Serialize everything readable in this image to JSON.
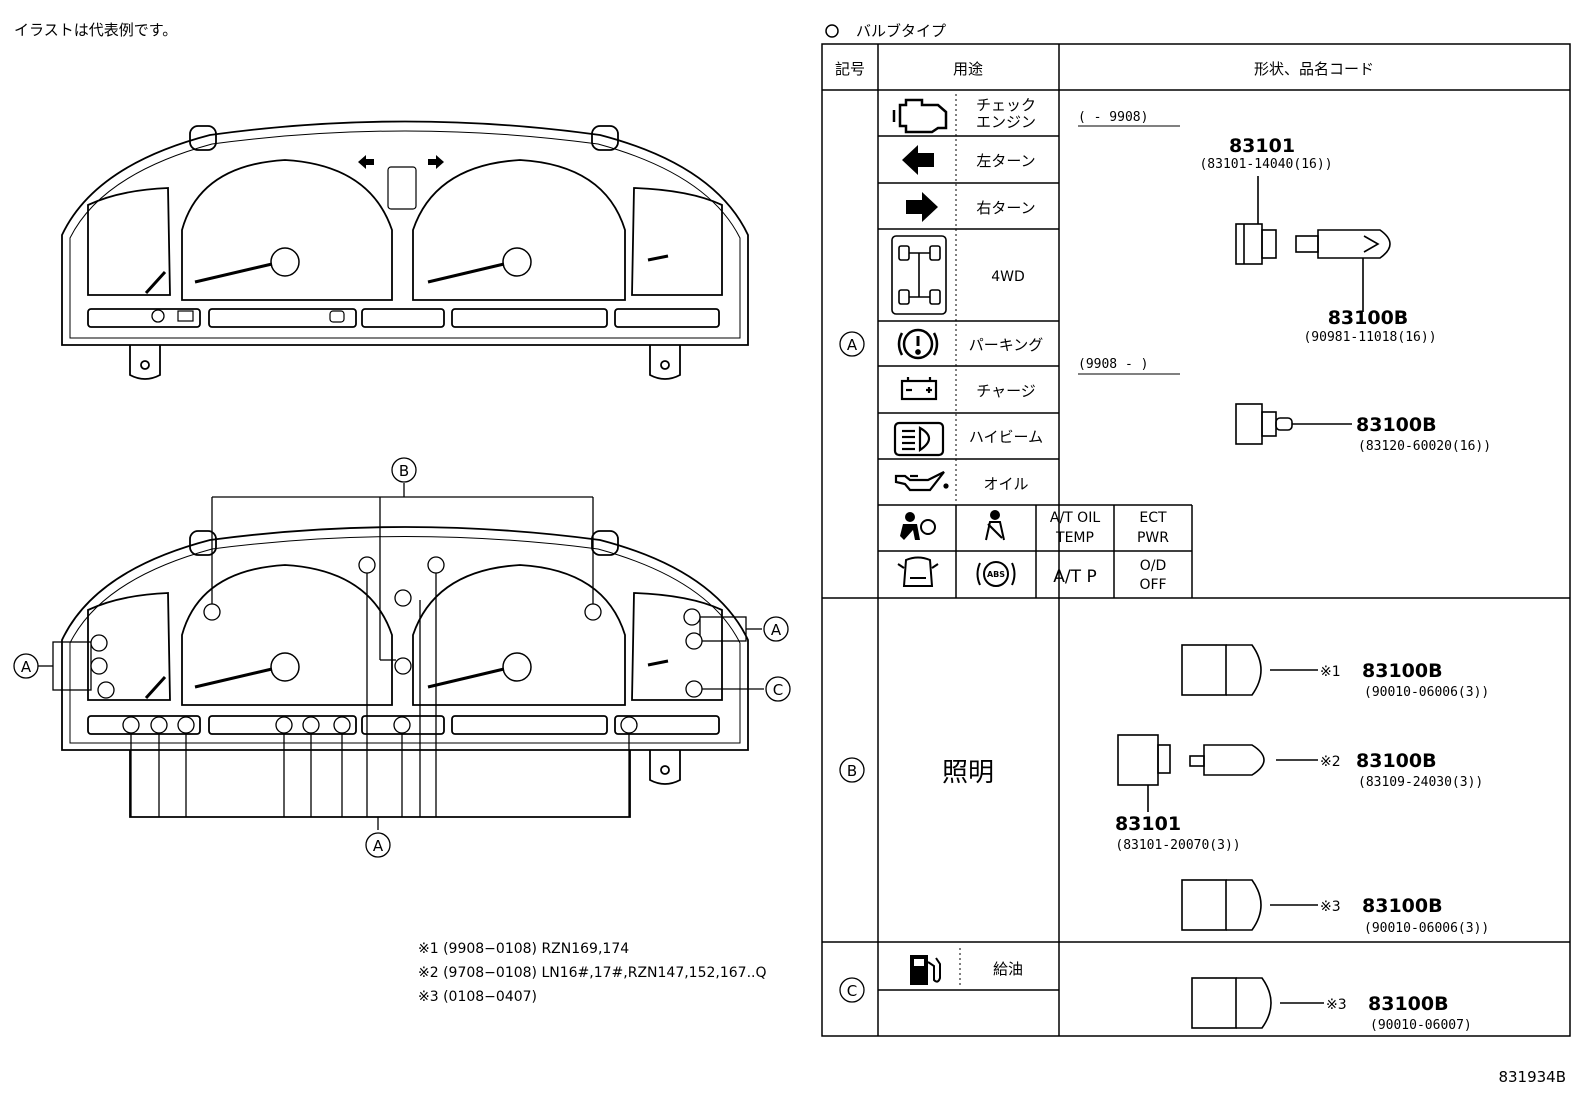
{
  "header": {
    "illustration_note": "イラストは代表例です。",
    "table_heading": "バルブタイプ"
  },
  "table": {
    "headers": {
      "symbol": "記号",
      "usage": "用途",
      "shape": "形状、品名コード"
    },
    "section_a": {
      "symbol": "A",
      "usages": {
        "check_engine": "チェック\nエンジン",
        "left_turn": "左ターン",
        "right_turn": "右ターン",
        "four_wd": "4WD",
        "parking": "パーキング",
        "charge": "チャージ",
        "high_beam": "ハイビーム",
        "oil": "オイル"
      },
      "bottom_grid": {
        "at_oil_temp": "A/T OIL\nTEMP",
        "ect_pwr": "ECT\nPWR",
        "at_p": "A/T P",
        "od_off": "O/D\nOFF",
        "abs": "ABS"
      },
      "period1": "(      - 9908)",
      "period1_parts": [
        {
          "label": "83101",
          "code": "(83101-14040(16))"
        },
        {
          "label": "83100B",
          "code": "(90981-11018(16))"
        }
      ],
      "period2": "(9908 -      )",
      "period2_parts": [
        {
          "label": "83100B",
          "code": "(83120-60020(16))"
        }
      ]
    },
    "section_b": {
      "symbol": "B",
      "usage": "照明",
      "parts": [
        {
          "mark": "※1",
          "label": "83100B",
          "code": "(90010-06006(3))"
        },
        {
          "mark": "※2",
          "label": "83100B",
          "code": "(83109-24030(3))"
        },
        {
          "mark": "",
          "label": "83101",
          "code": "(83101-20070(3))"
        },
        {
          "mark": "※3",
          "label": "83100B",
          "code": "(90010-06006(3))"
        }
      ]
    },
    "section_c": {
      "symbol": "C",
      "usage": "給油",
      "parts": [
        {
          "mark": "※3",
          "label": "83100B",
          "code": "(90010-06007)"
        }
      ]
    }
  },
  "callouts": {
    "a": "A",
    "b": "B",
    "c": "C"
  },
  "footnotes": [
    "※1 (9908−0108) RZN169,174",
    "※2 (9708−0108) LN16#,17#,RZN147,152,167..Q",
    "※3 (0108−0407)"
  ],
  "figure_number": "831934B"
}
